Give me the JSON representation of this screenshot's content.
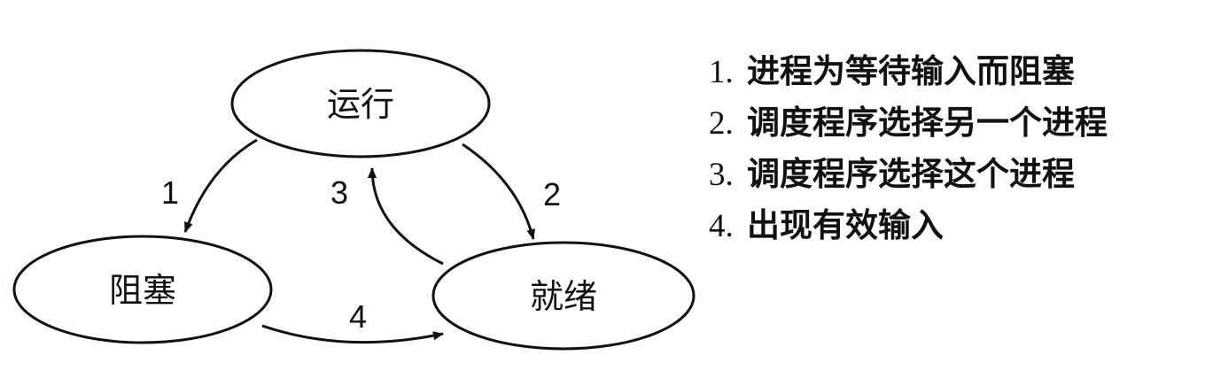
{
  "states": {
    "running": "运行",
    "blocked": "阻塞",
    "ready": "就绪"
  },
  "transitions": [
    {
      "number": "1",
      "label": "1. ",
      "text": "进程为等待输入而阻塞"
    },
    {
      "number": "2",
      "label": "2. ",
      "text": "调度程序选择另一个进程"
    },
    {
      "number": "3",
      "label": "3. ",
      "text": "调度程序选择这个进程"
    },
    {
      "number": "4",
      "label": "4. ",
      "text": "出现有效输入"
    }
  ]
}
